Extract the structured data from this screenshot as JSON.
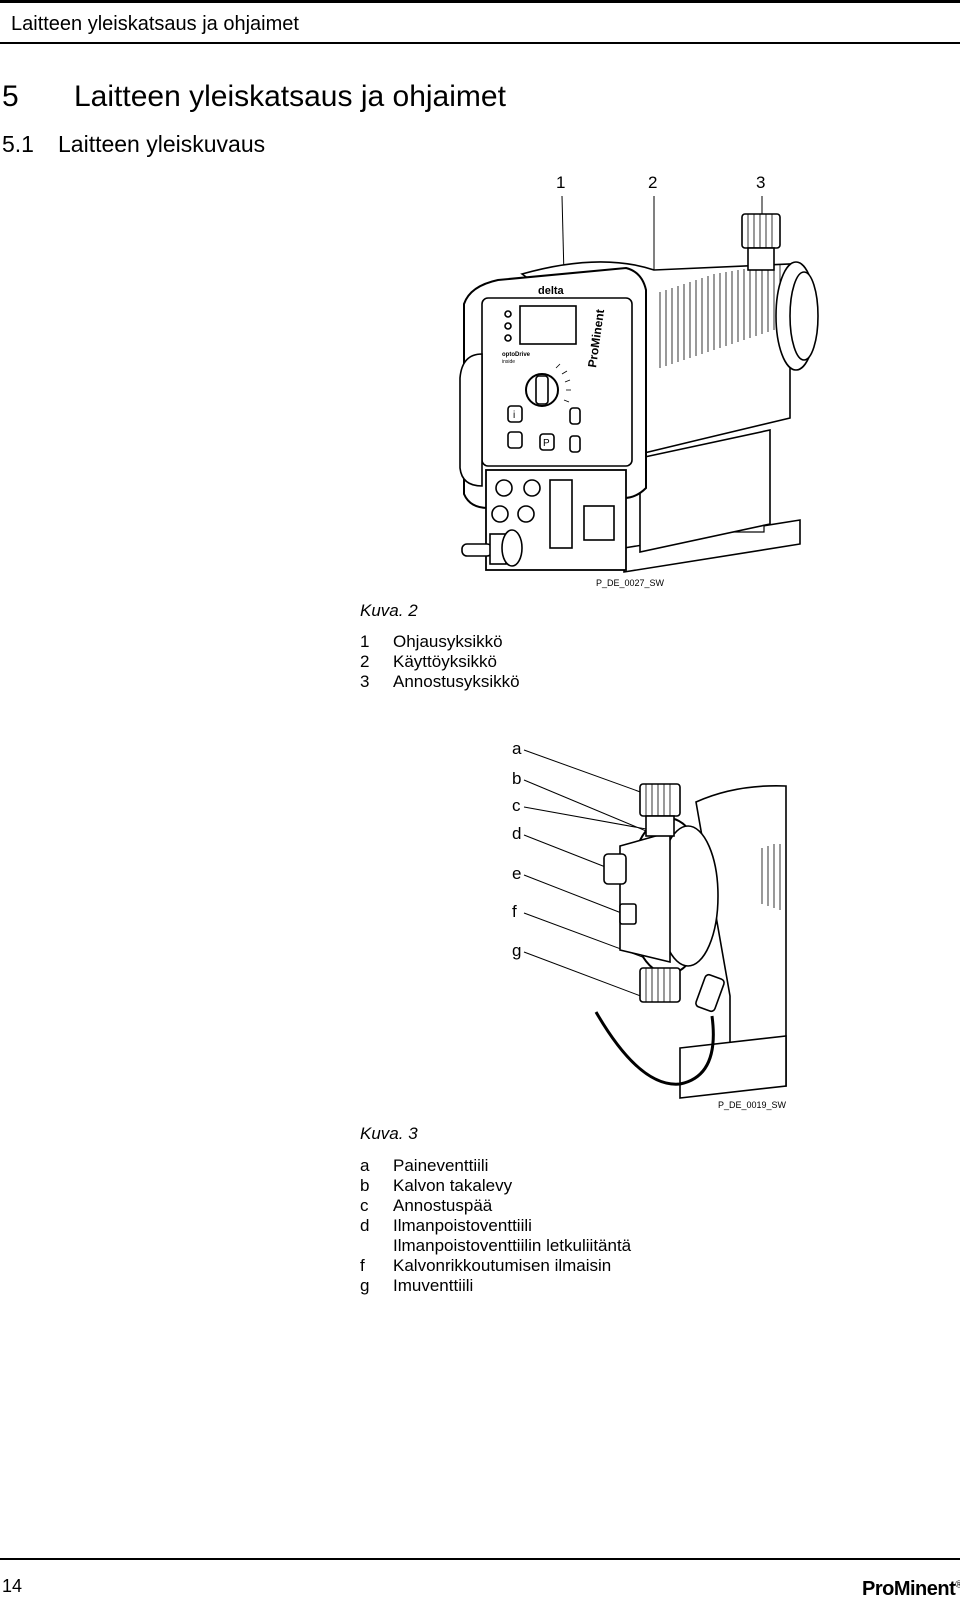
{
  "header": {
    "running_title": "Laitteen yleiskatsaus ja ohjaimet"
  },
  "section": {
    "number": "5",
    "title": "Laitteen yleiskatsaus ja ohjaimet"
  },
  "subsection": {
    "number": "5.1",
    "title": "Laitteen yleiskuvaus"
  },
  "figure2": {
    "callouts": [
      "1",
      "2",
      "3"
    ],
    "drawing_id": "P_DE_0027_SW",
    "caption": "Kuva. 2",
    "device_labels": {
      "brand_top": "delta",
      "brand_side": "ProMinent",
      "optodrive": "optoDrive",
      "inside": "inside",
      "key_i": "i",
      "key_p": "P"
    },
    "legend": [
      {
        "key": "1",
        "text": "Ohjausyksikkö"
      },
      {
        "key": "2",
        "text": "Käyttöyksikkö"
      },
      {
        "key": "3",
        "text": "Annostusyksikkö"
      }
    ]
  },
  "figure3": {
    "callouts": [
      "a",
      "b",
      "c",
      "d",
      "e",
      "f",
      "g"
    ],
    "drawing_id": "P_DE_0019_SW",
    "caption": "Kuva. 3",
    "legend": [
      {
        "key": "a",
        "text": "Paineventtiili"
      },
      {
        "key": "b",
        "text": "Kalvon takalevy"
      },
      {
        "key": "c",
        "text": "Annostuspää"
      },
      {
        "key": "d",
        "text": "Ilmanpoistoventtiili"
      },
      {
        "key": "",
        "text": "Ilmanpoistoventtiilin letkuliitäntä"
      },
      {
        "key": "f",
        "text": "Kalvonrikkoutumisen ilmaisin"
      },
      {
        "key": "g",
        "text": "Imuventtiili"
      }
    ]
  },
  "footer": {
    "page_number": "14",
    "logo_text": "ProMinent",
    "logo_mark": "®"
  }
}
